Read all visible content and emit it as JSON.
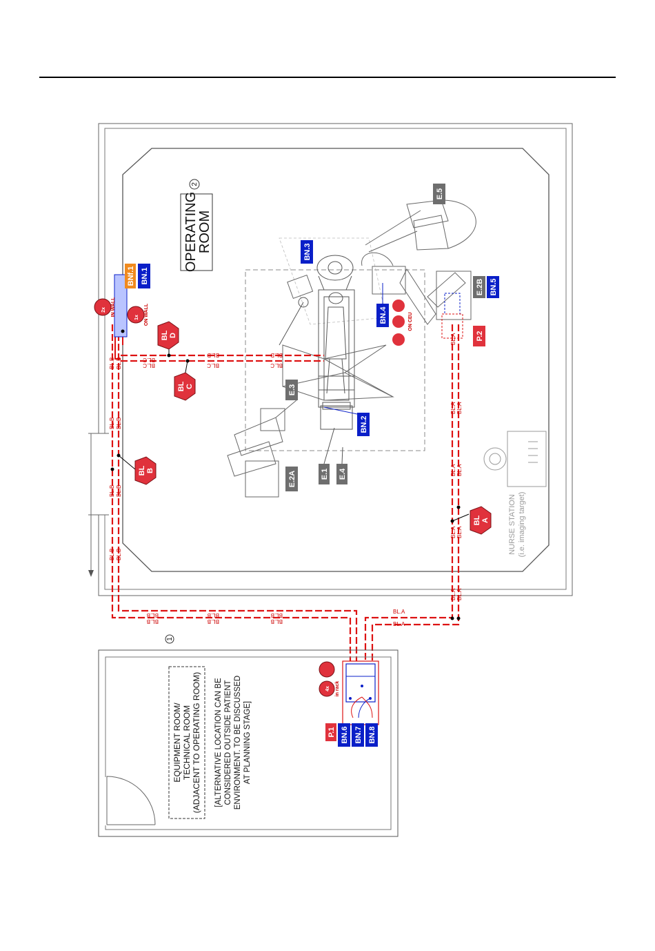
{
  "operating_room": {
    "title_line1": "OPERATING",
    "title_line2": "ROOM",
    "room_number": "2"
  },
  "equipment_room": {
    "room_number": "1",
    "title_line1": "EQUIPMENT ROOM/",
    "title_line2": "TECHNICAL ROOM",
    "title_line3": "(ADJACENT TO OPERATING ROOM)",
    "note_line1": "[ALTERNATIVE LOCATION CAN BE",
    "note_line2": "CONSIDERED OUTSIDE PATIENT",
    "note_line3": "ENVIRONMENT. TO BE DISCUSSED",
    "note_line4": "AT PLANNING STAGE]"
  },
  "nurse_station": {
    "line1": "NURSE STATION",
    "line2": "(i.e. imaging target)"
  },
  "equipment_tags": {
    "e1": "E.1",
    "e2a": "E.2A",
    "e2b": "E.2B",
    "e3": "E.3",
    "e4": "E.4",
    "e5": "E.5"
  },
  "network_tags": {
    "bn1": "BN.1",
    "bnf1": "BNf.1",
    "bn2": "BN.2",
    "bn3": "BN.3",
    "bn4": "BN.4",
    "bn5": "BN.5",
    "bn6": "BN.6",
    "bn7": "BN.7",
    "bn8": "BN.8"
  },
  "power_tags": {
    "p1": "P.1",
    "p2": "P.2"
  },
  "cable_hexes": {
    "bl_a_1": "BL",
    "bl_a_2": "A",
    "bl_b_1": "BL",
    "bl_b_2": "B",
    "bl_c_1": "BL",
    "bl_c_2": "C",
    "bl_d_1": "BL",
    "bl_d_2": "D"
  },
  "cable_labels": {
    "bla": "BL.A",
    "blb": "BL.B",
    "blc": "BL.C",
    "bld": "BL.D"
  },
  "outlet_notes": {
    "in_wall": "IN WALL",
    "on_wall": "ON WALL",
    "on_ceu": "ON CEU",
    "in_rack": "in rack",
    "q_2x": "2x",
    "q_1x": "1x",
    "q_4x": "4x"
  },
  "colors": {
    "cable_red": "#dd1111",
    "tag_blue": "#0a1fc8",
    "tag_gray": "#6e6e6e",
    "tag_orange": "#f08a1e",
    "hex_red": "#e0323c"
  }
}
